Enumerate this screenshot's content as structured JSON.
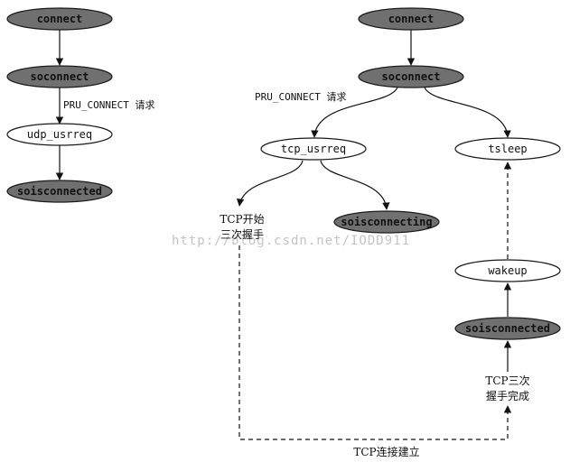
{
  "left_flow": {
    "connect": "connect",
    "soconnect": "soconnect",
    "request_label": "PRU_CONNECT 请求",
    "udp_usrreq": "udp_usrreq",
    "soisconnected": "soisconnected"
  },
  "right_flow": {
    "connect": "connect",
    "soconnect": "soconnect",
    "request_label": "PRU_CONNECT 请求",
    "tcp_usrreq": "tcp_usrreq",
    "tsleep": "tsleep",
    "handshake_start_line1": "TCP开始",
    "handshake_start_line2": "三次握手",
    "soisconnecting": "soisconnecting",
    "wakeup": "wakeup",
    "soisconnected": "soisconnected",
    "handshake_done_line1": "TCP三次",
    "handshake_done_line2": "握手完成",
    "established": "TCP连接建立"
  },
  "watermark": "http://blog.csdn.net/IODD911",
  "colors": {
    "dark_node_fill": "#707070",
    "light_node_fill": "#ffffff",
    "stroke": "#1a1a1a"
  }
}
